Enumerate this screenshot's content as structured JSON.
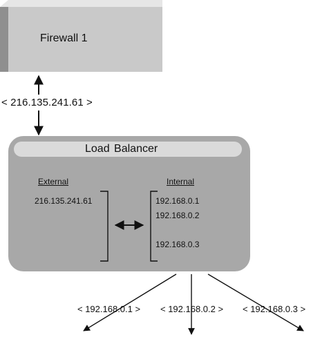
{
  "firewall": {
    "label": "Firewall 1"
  },
  "uplink": {
    "address_label": "< 216.135.241.61 >"
  },
  "load_balancer": {
    "title": "Load  Balancer",
    "external": {
      "header": "External",
      "addresses": [
        "216.135.241.61"
      ]
    },
    "internal": {
      "header": "Internal",
      "addresses": [
        "192.168.0.1",
        "192.168.0.2",
        "192.168.0.3"
      ]
    }
  },
  "outputs": [
    {
      "label": "< 192.168.0.1 >"
    },
    {
      "label": "< 192.168.0.2 >"
    },
    {
      "label": "< 192.168.0.3 >"
    }
  ],
  "colors": {
    "firewall_front": "#c9c9c9",
    "firewall_top": "#e6e6e6",
    "firewall_side": "#8f8f8f",
    "balancer_body": "#a8a8a8",
    "balancer_title_bar": "#dadada",
    "line": "#111111"
  }
}
